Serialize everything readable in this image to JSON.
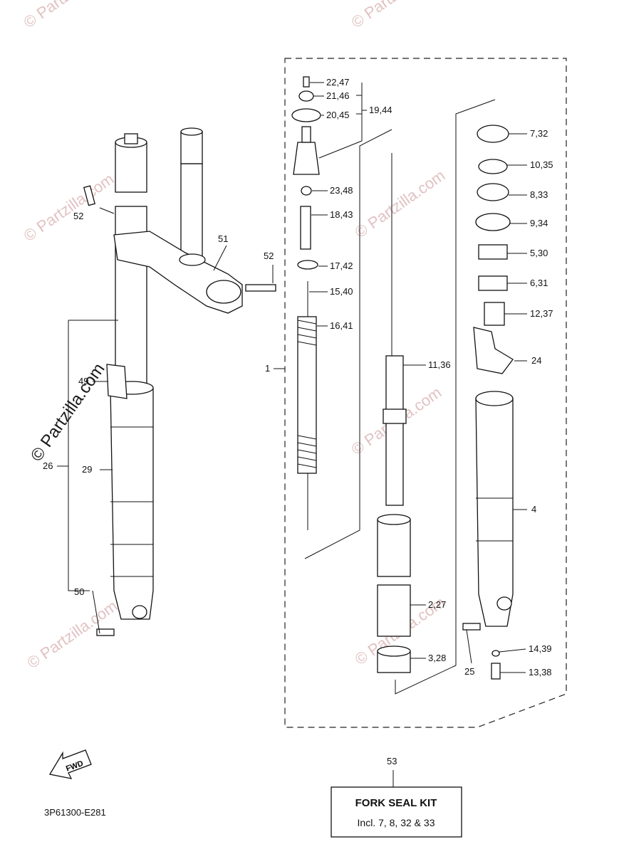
{
  "watermark": "© Partzilla.com",
  "diagram_code": "3P61300-E281",
  "fwd_label": "FWD",
  "kit": {
    "number": "53",
    "title": "FORK SEAL KIT",
    "subtitle": "Incl. 7, 8, 32 & 33"
  },
  "callouts": [
    {
      "id": "c-22-47",
      "text": "22,47"
    },
    {
      "id": "c-21-46",
      "text": "21,46"
    },
    {
      "id": "c-20-45",
      "text": "20,45"
    },
    {
      "id": "c-19-44",
      "text": "19,44"
    },
    {
      "id": "c-23-48",
      "text": "23,48"
    },
    {
      "id": "c-18-43",
      "text": "18,43"
    },
    {
      "id": "c-17-42",
      "text": "17,42"
    },
    {
      "id": "c-15-40",
      "text": "15,40"
    },
    {
      "id": "c-16-41",
      "text": "16,41"
    },
    {
      "id": "c-1",
      "text": "1"
    },
    {
      "id": "c-11-36",
      "text": "11,36"
    },
    {
      "id": "c-2-27",
      "text": "2,27"
    },
    {
      "id": "c-3-28",
      "text": "3,28"
    },
    {
      "id": "c-7-32",
      "text": "7,32"
    },
    {
      "id": "c-10-35",
      "text": "10,35"
    },
    {
      "id": "c-8-33",
      "text": "8,33"
    },
    {
      "id": "c-9-34",
      "text": "9,34"
    },
    {
      "id": "c-5-30",
      "text": "5,30"
    },
    {
      "id": "c-6-31",
      "text": "6,31"
    },
    {
      "id": "c-12-37",
      "text": "12,37"
    },
    {
      "id": "c-24",
      "text": "24"
    },
    {
      "id": "c-4",
      "text": "4"
    },
    {
      "id": "c-14-39",
      "text": "14,39"
    },
    {
      "id": "c-13-38",
      "text": "13,38"
    },
    {
      "id": "c-25",
      "text": "25"
    },
    {
      "id": "c-52a",
      "text": "52"
    },
    {
      "id": "c-51",
      "text": "51"
    },
    {
      "id": "c-52b",
      "text": "52"
    },
    {
      "id": "c-49",
      "text": "49"
    },
    {
      "id": "c-26",
      "text": "26"
    },
    {
      "id": "c-29",
      "text": "29"
    },
    {
      "id": "c-50",
      "text": "50"
    }
  ]
}
